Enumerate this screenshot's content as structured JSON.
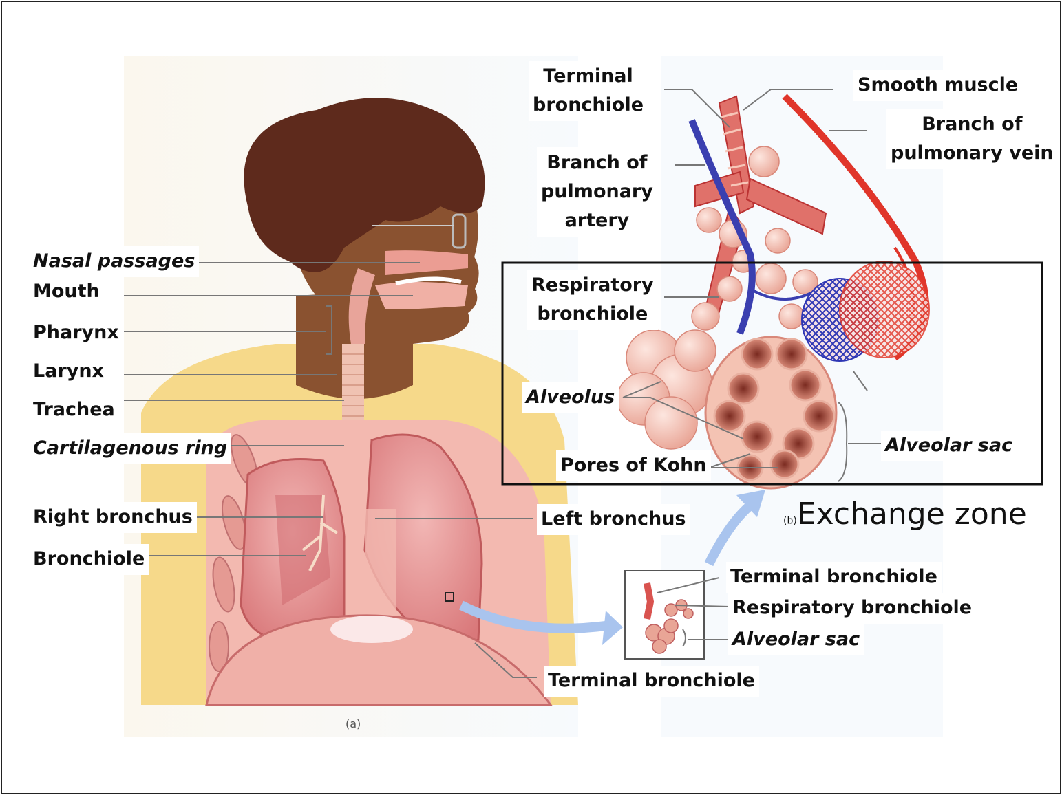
{
  "labels": {
    "nasal_passages": "Nasal passages",
    "mouth": "Mouth",
    "pharynx": "Pharynx",
    "larynx": "Larynx",
    "trachea": "Trachea",
    "cartilagenous_ring": "Cartilagenous ring",
    "right_bronchus": "Right bronchus",
    "bronchiole": "Bronchiole",
    "left_bronchus": "Left bronchus",
    "terminal_bronchiole_lower": "Terminal bronchiole",
    "inset_terminal_bronchiole": "Terminal bronchiole",
    "inset_respiratory_bronchiole": "Respiratory bronchiole",
    "inset_alveolar_sac": "Alveolar sac",
    "terminal_bronchiole_top": "Terminal\nbronchiole",
    "smooth_muscle": "Smooth muscle",
    "branch_pulmonary_vein": "Branch of\npulmonary vein",
    "branch_pulmonary_artery": "Branch of\npulmonary\nartery",
    "respiratory_bronchiole": "Respiratory\nbronchiole",
    "alveolus": "Alveolus",
    "pores_of_kohn": "Pores of Kohn",
    "alveolar_sac": "Alveolar sac"
  },
  "title": {
    "panel_letter": "(b)",
    "text": "Exchange zone"
  },
  "caption_a": "(a)",
  "colors": {
    "hair": "#5e2a1c",
    "skin": "#8a5230",
    "shirt": "#f6d98a",
    "lung": "#e8a0a0",
    "artery": "#3a3fb0",
    "vein": "#e0352a",
    "arrow": "#a9c4ee"
  }
}
